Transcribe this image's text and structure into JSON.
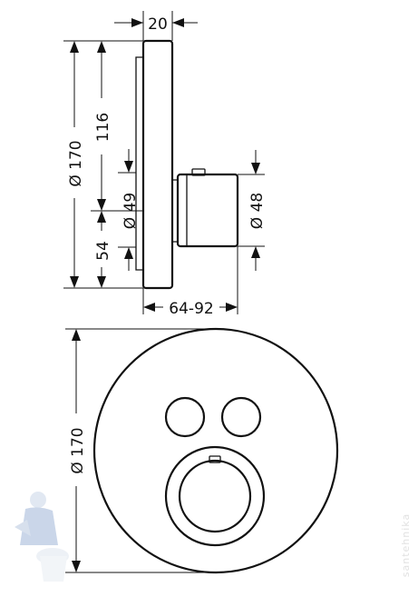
{
  "side_view": {
    "dim_depth": "20",
    "dim_overall_height": "Ø 170",
    "dim_upper_offset": "116",
    "dim_housing_diameter": "Ø 49",
    "dim_lower_offset": "54",
    "dim_knob_diameter": "Ø 48",
    "dim_projection": "64-92"
  },
  "front_view": {
    "dim_plate_diameter": "Ø 170"
  },
  "watermark": {
    "text": "santehnika"
  }
}
